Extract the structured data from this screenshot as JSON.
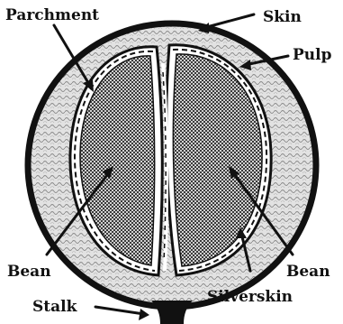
{
  "labels": {
    "parchment": "Parchment",
    "skin": "Skin",
    "pulp": "Pulp",
    "bean_left": "Bean",
    "bean_right": "Bean",
    "stalk": "Stalk",
    "silverskin": "Silverskin"
  },
  "colors": {
    "ink": "#111111",
    "pulp_fill": "#d8d8d8",
    "bean_fill": "#9a9a9a",
    "background": "#ffffff"
  }
}
